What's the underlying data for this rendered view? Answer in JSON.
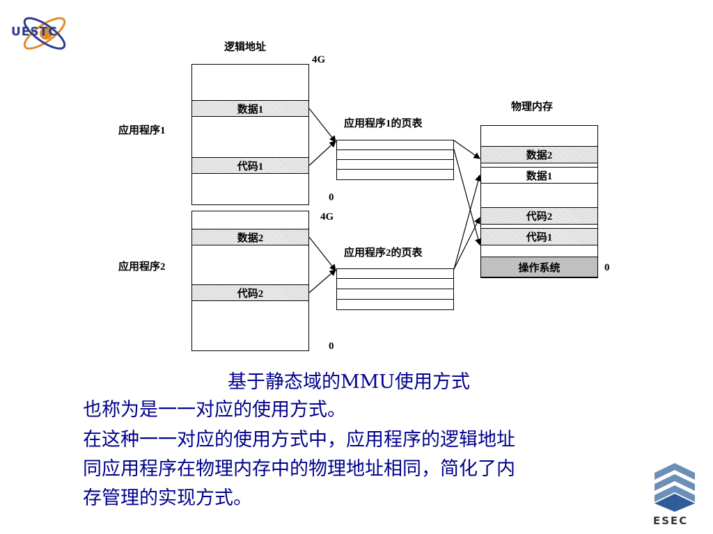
{
  "logo": {
    "text": "UESTC"
  },
  "esec_logo": {
    "text": "ESEC"
  },
  "diagram": {
    "logical_address_label": "逻辑地址",
    "app1": {
      "label": "应用程序1",
      "top_label": "4G",
      "bottom_label": "0",
      "data_segment": "数据1",
      "code_segment": "代码1"
    },
    "app2": {
      "label": "应用程序2",
      "top_label": "4G",
      "bottom_label": "0",
      "data_segment": "数据2",
      "code_segment": "代码2"
    },
    "page_table1_label": "应用程序1的页表",
    "page_table2_label": "应用程序2的页表",
    "physical_memory": {
      "label": "物理内存",
      "segments": [
        "数据2",
        "数据1",
        "代码2",
        "代码1",
        "操作系统"
      ],
      "bottom_label": "0"
    }
  },
  "caption": {
    "title": "基于静态域的MMU使用方式",
    "lines": [
      "也称为是一一对应的使用方式。",
      "在这种一一对应的使用方式中，应用程序的逻辑地址",
      "同应用程序在物理内存中的物理地址相同，简化了内",
      "存管理的实现方式。"
    ]
  }
}
